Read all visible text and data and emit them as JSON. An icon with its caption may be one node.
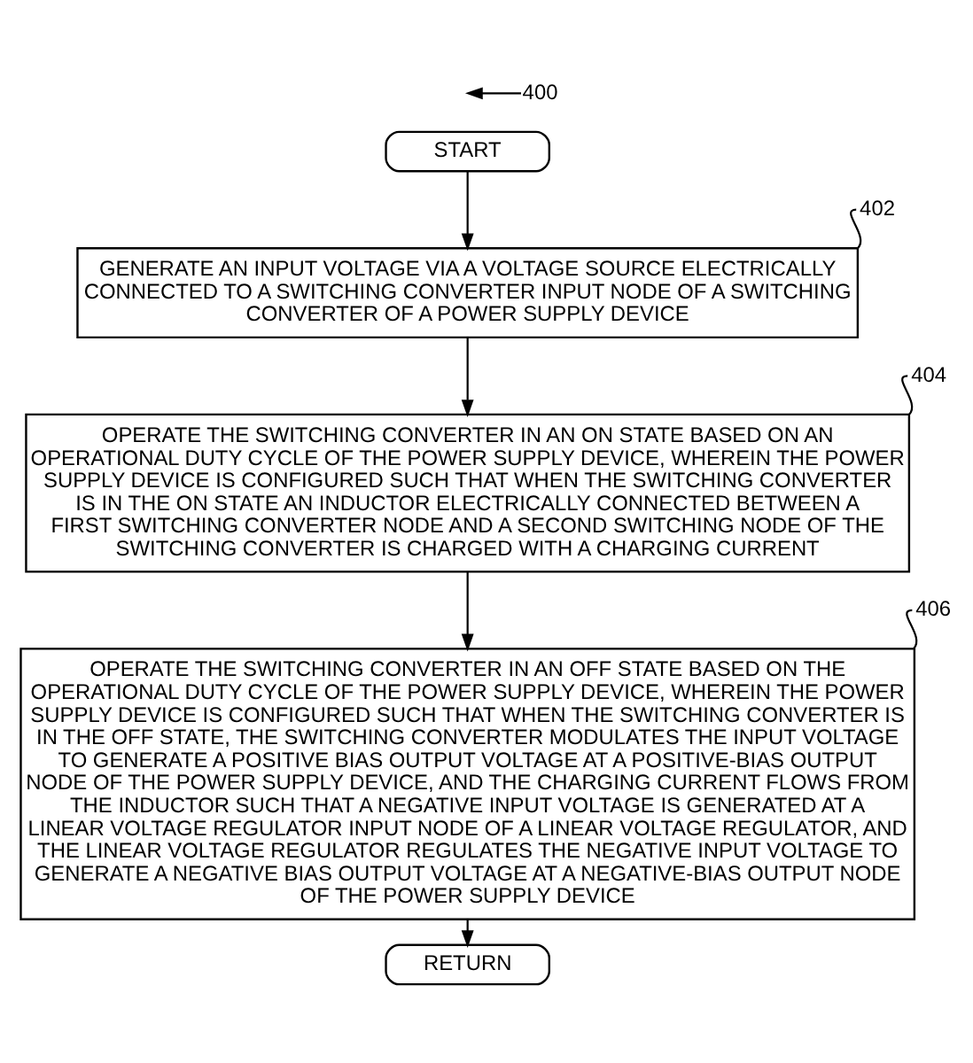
{
  "diagram": {
    "nodes": [
      {
        "text": [
          "400"
        ]
      },
      {
        "text": [
          "START"
        ]
      },
      {
        "text": [
          "402"
        ]
      },
      {
        "text": [
          "GENERATE AN INPUT VOLTAGE VIA A VOLTAGE SOURCE ELECTRICALLY CONNECTED TO A SWITCHING CONVERTER INPUT NODE OF A SWITCHING CONVERTER OF A POWER SUPPLY DEVICE"
        ]
      },
      {
        "text": [
          "404"
        ]
      },
      {
        "text": [
          "OPERATE THE SWITCHING CONVERTER IN AN ON STATE BASED ON AN OPERATIONAL DUTY CYCLE OF THE POWER SUPPLY DEVICE, WHEREIN THE POWER SUPPLY DEVICE IS CONFIGURED SUCH THAT WHEN THE SWITCHING CONVERTER IS IN THE ON STATE AN INDUCTOR ELECTRICALLY CONNECTED BETWEEN A FIRST SWITCHING CONVERTER NODE AND A SECOND SWITCHING NODE OF THE SWITCHING CONVERTER IS CHARGED WITH A CHARGING CURRENT"
        ]
      },
      {
        "text": [
          "406"
        ]
      },
      {
        "text": [
          "OPERATE THE SWITCHING CONVERTER IN AN OFF STATE BASED ON THE OPERATIONAL DUTY CYCLE OF THE POWER SUPPLY DEVICE, WHEREIN THE POWER SUPPLY DEVICE IS CONFIGURED SUCH THAT WHEN THE SWITCHING CONVERTER IS IN THE OFF STATE, THE SWITCHING CONVERTER MODULATES THE INPUT VOLTAGE TO GENERATE A POSITIVE BIAS OUTPUT VOLTAGE AT A POSITIVE-BIAS OUTPUT NODE OF THE POWER SUPPLY DEVICE, AND THE CHARGING CURRENT FLOWS FROM THE INDUCTOR SUCH THAT A NEGATIVE INPUT VOLTAGE IS GENERATED AT A LINEAR VOLTAGE REGULATOR INPUT NODE OF A LINEAR VOLTAGE REGULATOR, AND THE LINEAR VOLTAGE REGULATOR REGULATES THE NEGATIVE INPUT VOLTAGE TO GENERATE A NEGATIVE BIAS OUTPUT VOLTAGE AT A NEGATIVE-BIAS OUTPUT NODE OF THE POWER SUPPLY DEVICE"
        ]
      },
      {
        "text": [
          "RETURN"
        ]
      }
    ],
    "edges": [
      {
        "from": 0,
        "to": null,
        "arrow": "to"
      },
      {
        "from": 1,
        "to": 3,
        "arrow": "to"
      },
      {
        "from": 2,
        "to": 3,
        "arrow": "none"
      },
      {
        "from": 3,
        "to": 5,
        "arrow": "to"
      },
      {
        "from": 4,
        "to": 5,
        "arrow": "none"
      },
      {
        "from": 5,
        "to": 7,
        "arrow": "to"
      },
      {
        "from": 6,
        "to": 7,
        "arrow": "none"
      },
      {
        "from": 7,
        "to": 8,
        "arrow": "to"
      }
    ]
  }
}
